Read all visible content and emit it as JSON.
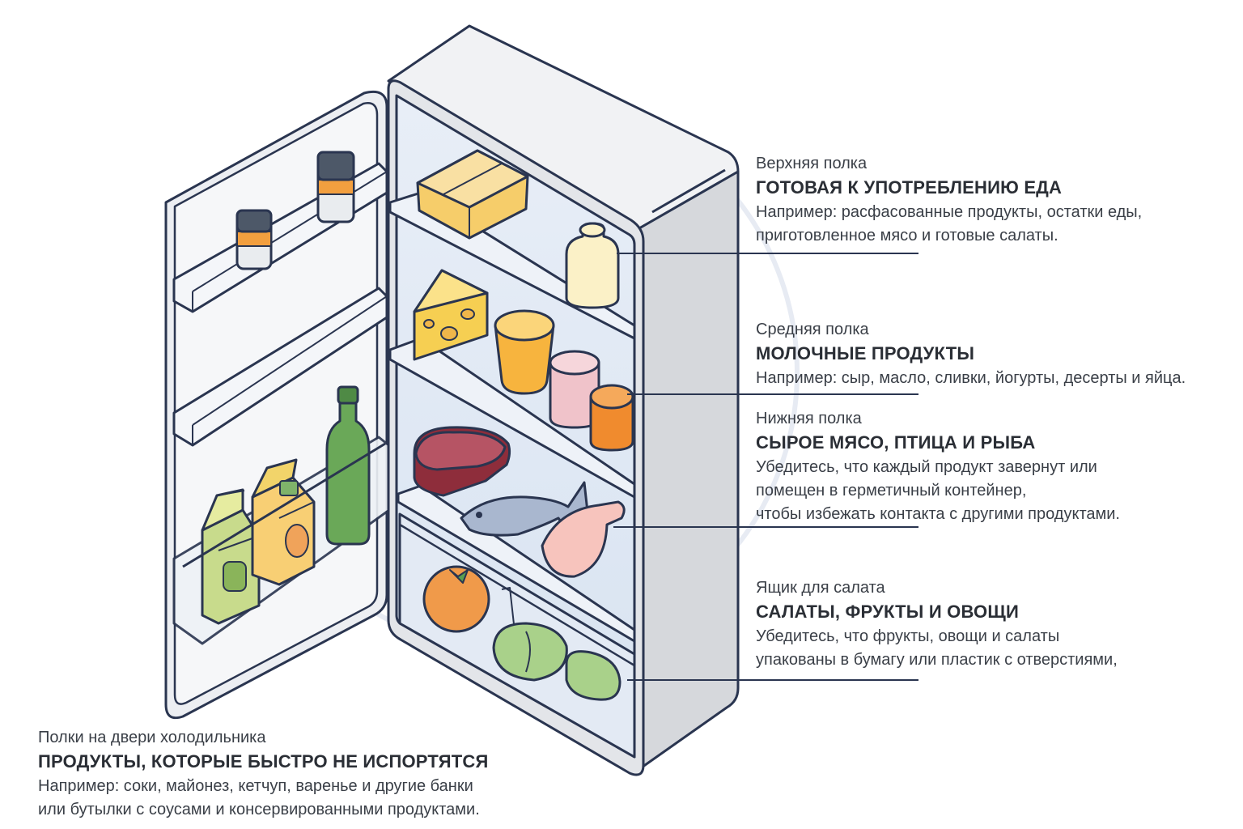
{
  "callouts": {
    "top": {
      "category": "Верхняя полка",
      "heading": "ГОТОВАЯ К УПОТРЕБЛЕНИЮ ЕДА",
      "lines": [
        "Например: расфасованные продукты, остатки еды,",
        "приготовленное мясо и готовые салаты."
      ]
    },
    "middle": {
      "category": "Средняя полка",
      "heading": "МОЛОЧНЫЕ ПРОДУКТЫ",
      "lines": [
        "Например: сыр, масло, сливки, йогурты, десерты и яйца."
      ]
    },
    "bottom": {
      "category": "Нижняя полка",
      "heading": "СЫРОЕ МЯСО, ПТИЦА И РЫБА",
      "lines": [
        "Убедитесь, что каждый продукт завернут или",
        "помещен в герметичный контейнер,",
        "чтобы избежать контакта с другими продуктами."
      ]
    },
    "crisper": {
      "category": "Ящик для салата",
      "heading": "САЛАТЫ, ФРУКТЫ И ОВОЩИ",
      "lines": [
        "Убедитесь, что фрукты, овощи и салаты",
        "упакованы в бумагу или пластик с отверстиями,"
      ]
    },
    "door": {
      "category": "Полки на двери холодильника",
      "heading": "ПРОДУКТЫ, КОТОРЫЕ БЫСТРО НЕ ИСПОРТЯТСЯ",
      "lines": [
        "Например: соки, майонез, кетчуп, варенье и другие банки",
        "или бутылки с соусами и консервированными продуктами."
      ]
    }
  },
  "colors": {
    "outline": "#2a3550",
    "body": "#e6e7eb",
    "interior": "#dde7f4",
    "cheese": "#f6cf52",
    "meat": "#a83c4a",
    "fish": "#a9b7cf",
    "orange": "#f09a4a",
    "lettuce": "#a9d18a",
    "bottle": "#6aa858"
  },
  "icons": [
    "cheese-icon",
    "meat-icon",
    "fish-icon",
    "drumstick-icon",
    "milk-bottle-icon",
    "yogurt-cup-icon",
    "jar-icon",
    "wine-bottle-icon",
    "juice-carton-icon",
    "orange-icon",
    "lettuce-icon",
    "food-container-icon"
  ]
}
